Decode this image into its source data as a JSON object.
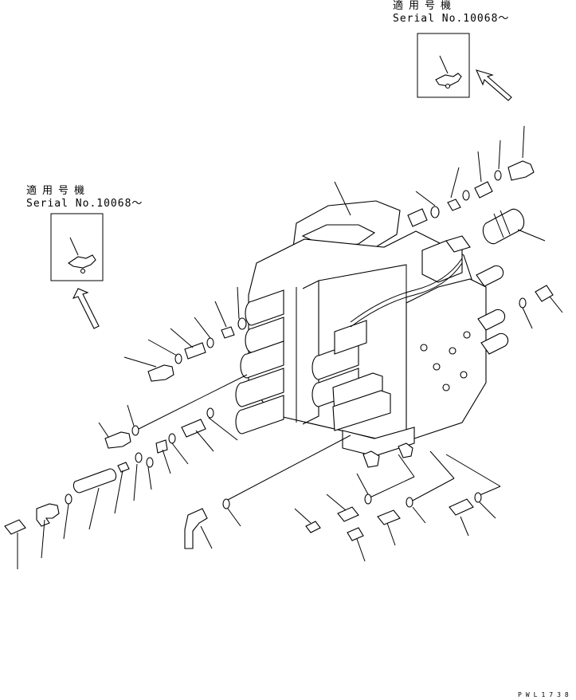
{
  "notes": [
    {
      "id": "top-right",
      "line1": "適用号機",
      "line2": "Serial No.10068～"
    },
    {
      "id": "left",
      "line1": "適用号機",
      "line2": "Serial No.10068～"
    }
  ],
  "drawing_code": "PWL1738"
}
